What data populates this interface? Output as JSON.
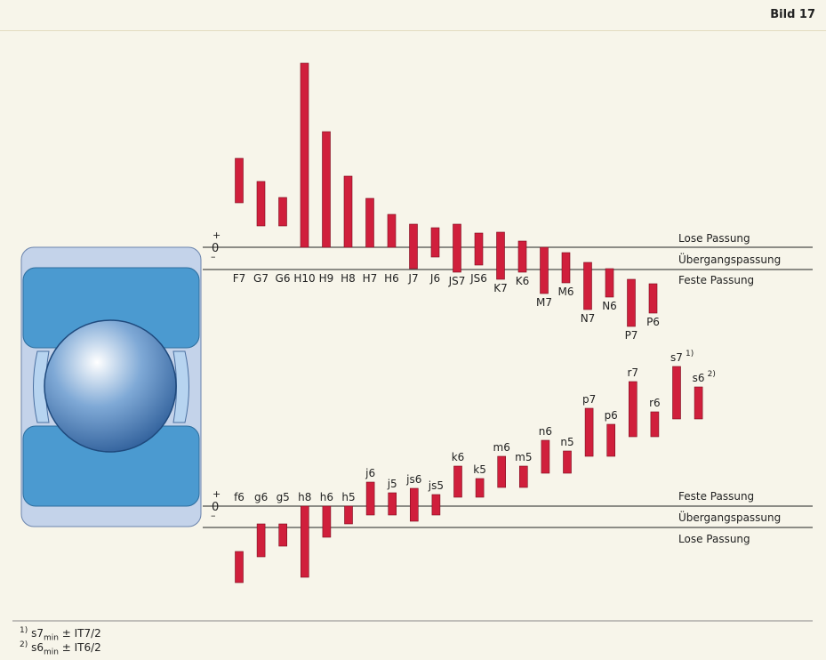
{
  "figure_label": "Bild 17",
  "colors": {
    "bar": "#d01f3c",
    "ring_light": "#b9cde8",
    "ring_dark": "#4b9ad0",
    "page_bg": "#f7f5ea"
  },
  "housing": {
    "plus_sign": "+",
    "zero": "0",
    "minus_sign": "–",
    "zone_labels": [
      "Lose Passung",
      "Übergangspassung",
      "Feste Passung"
    ],
    "tolerances": [
      {
        "label": "F7",
        "hi": 100,
        "lo": 50
      },
      {
        "label": "G7",
        "hi": 74,
        "lo": 24
      },
      {
        "label": "G6",
        "hi": 56,
        "lo": 24
      },
      {
        "label": "H10",
        "hi": 207,
        "lo": 0
      },
      {
        "label": "H9",
        "hi": 130,
        "lo": 0
      },
      {
        "label": "H8",
        "hi": 80,
        "lo": 0
      },
      {
        "label": "H7",
        "hi": 55,
        "lo": 0
      },
      {
        "label": "H6",
        "hi": 37,
        "lo": 0
      },
      {
        "label": "J7",
        "hi": 26,
        "lo": -24
      },
      {
        "label": "J6",
        "hi": 22,
        "lo": -11
      },
      {
        "label": "JS7",
        "hi": 26,
        "lo": -28
      },
      {
        "label": "JS6",
        "hi": 16,
        "lo": -20
      },
      {
        "label": "K7",
        "hi": 17,
        "lo": -36
      },
      {
        "label": "K6",
        "hi": 7,
        "lo": -28
      },
      {
        "label": "M7",
        "hi": 0,
        "lo": -52
      },
      {
        "label": "M6",
        "hi": -6,
        "lo": -40
      },
      {
        "label": "N7",
        "hi": -17,
        "lo": -70
      },
      {
        "label": "N6",
        "hi": -24,
        "lo": -56
      },
      {
        "label": "P7",
        "hi": -36,
        "lo": -89
      },
      {
        "label": "P6",
        "hi": -41,
        "lo": -74
      }
    ]
  },
  "shaft": {
    "plus_sign": "+",
    "zero": "0",
    "minus_sign": "–",
    "zone_labels": [
      "Feste Passung",
      "Übergangspassung",
      "Lose Passung"
    ],
    "tolerances": [
      {
        "label": "f6",
        "hi": -51,
        "lo": -86
      },
      {
        "label": "g6",
        "hi": -20,
        "lo": -57
      },
      {
        "label": "g5",
        "hi": -20,
        "lo": -45
      },
      {
        "label": "h8",
        "hi": 0,
        "lo": -80
      },
      {
        "label": "h6",
        "hi": 0,
        "lo": -35
      },
      {
        "label": "h5",
        "hi": 0,
        "lo": -20
      },
      {
        "label": "j6",
        "hi": 27,
        "lo": -10
      },
      {
        "label": "j5",
        "hi": 15,
        "lo": -10
      },
      {
        "label": "js6",
        "hi": 20,
        "lo": -17
      },
      {
        "label": "js5",
        "hi": 13,
        "lo": -10
      },
      {
        "label": "k6",
        "hi": 45,
        "lo": 10
      },
      {
        "label": "k5",
        "hi": 31,
        "lo": 10
      },
      {
        "label": "m6",
        "hi": 56,
        "lo": 21
      },
      {
        "label": "m5",
        "hi": 45,
        "lo": 21
      },
      {
        "label": "n6",
        "hi": 74,
        "lo": 37
      },
      {
        "label": "n5",
        "hi": 62,
        "lo": 37
      },
      {
        "label": "p7",
        "hi": 110,
        "lo": 56
      },
      {
        "label": "p6",
        "hi": 92,
        "lo": 56
      },
      {
        "label": "r7",
        "hi": 140,
        "lo": 78
      },
      {
        "label": "r6",
        "hi": 106,
        "lo": 78
      },
      {
        "label": "s7",
        "hi": 157,
        "lo": 98,
        "note": "1)"
      },
      {
        "label": "s6",
        "hi": 134,
        "lo": 98,
        "note": "2)"
      }
    ]
  },
  "footnotes": [
    {
      "mark": "1)",
      "base": "s7",
      "sub": "min",
      "rest": " ± IT7/2"
    },
    {
      "mark": "2)",
      "base": "s6",
      "sub": "min",
      "rest": " ± IT6/2"
    }
  ]
}
